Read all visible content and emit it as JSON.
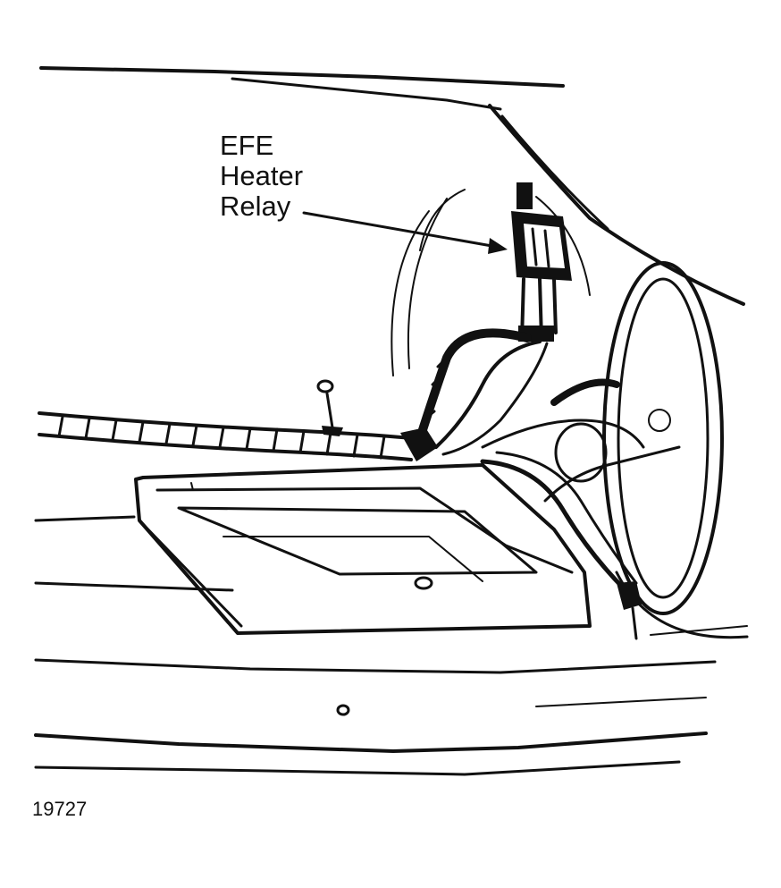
{
  "callout": {
    "line1": "EFE",
    "line2": "Heater",
    "line3": "Relay"
  },
  "figure_number": "19727",
  "colors": {
    "ink": "#111111",
    "paper": "#ffffff"
  }
}
